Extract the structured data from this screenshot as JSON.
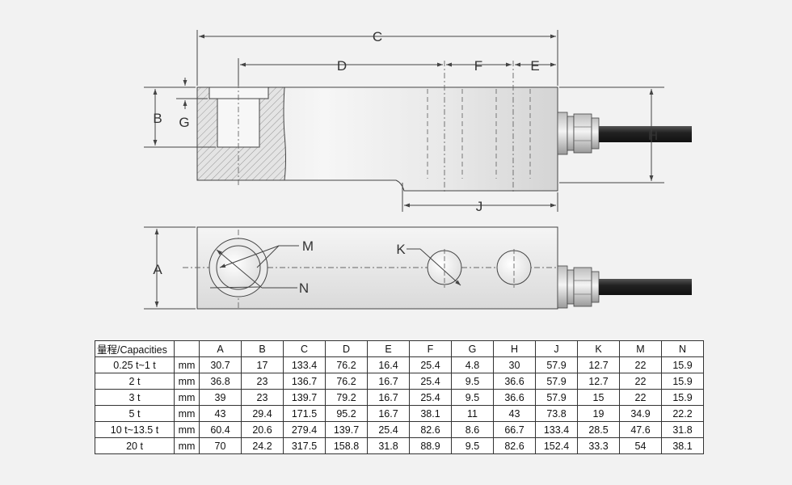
{
  "diagram": {
    "labels": {
      "A": "A",
      "B": "B",
      "C": "C",
      "D": "D",
      "E": "E",
      "F": "F",
      "G": "G",
      "H": "H",
      "J": "J",
      "K": "K",
      "M": "M",
      "N": "N"
    }
  },
  "table": {
    "header": [
      "量程/Capacities",
      "",
      "A",
      "B",
      "C",
      "D",
      "E",
      "F",
      "G",
      "H",
      "J",
      "K",
      "M",
      "N"
    ],
    "rows": [
      [
        "0.25 t~1 t",
        "mm",
        "30.7",
        "17",
        "133.4",
        "76.2",
        "16.4",
        "25.4",
        "4.8",
        "30",
        "57.9",
        "12.7",
        "22",
        "15.9"
      ],
      [
        "2 t",
        "mm",
        "36.8",
        "23",
        "136.7",
        "76.2",
        "16.7",
        "25.4",
        "9.5",
        "36.6",
        "57.9",
        "12.7",
        "22",
        "15.9"
      ],
      [
        "3 t",
        "mm",
        "39",
        "23",
        "139.7",
        "79.2",
        "16.7",
        "25.4",
        "9.5",
        "36.6",
        "57.9",
        "15",
        "22",
        "15.9"
      ],
      [
        "5 t",
        "mm",
        "43",
        "29.4",
        "171.5",
        "95.2",
        "16.7",
        "38.1",
        "11",
        "43",
        "73.8",
        "19",
        "34.9",
        "22.2"
      ],
      [
        "10 t~13.5 t",
        "mm",
        "60.4",
        "20.6",
        "279.4",
        "139.7",
        "25.4",
        "82.6",
        "8.6",
        "66.7",
        "133.4",
        "28.5",
        "47.6",
        "31.8"
      ],
      [
        "20 t",
        "mm",
        "70",
        "24.2",
        "317.5",
        "158.8",
        "31.8",
        "88.9",
        "9.5",
        "82.6",
        "152.4",
        "33.3",
        "54",
        "38.1"
      ]
    ]
  },
  "colors": {
    "background": "#f2f2f2",
    "line": "#444444",
    "body_light": "#f4f4f4",
    "body_dark": "#d6d6d6",
    "cable": "#1c1c1c"
  }
}
